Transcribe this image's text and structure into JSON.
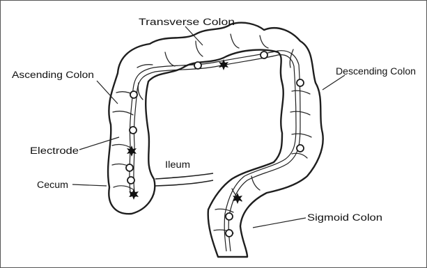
{
  "labels": {
    "transverse_colon": "Transverse Colon",
    "ascending_colon": "Ascending Colon",
    "descending_colon": "Descending Colon",
    "electrode": "Electrode",
    "ileum": "Ileum",
    "cecum": "Cecum",
    "sigmoid_colon": "Sigmoid Colon"
  },
  "colors": {
    "line": "#1e1e1e",
    "background": "#ffffff"
  }
}
